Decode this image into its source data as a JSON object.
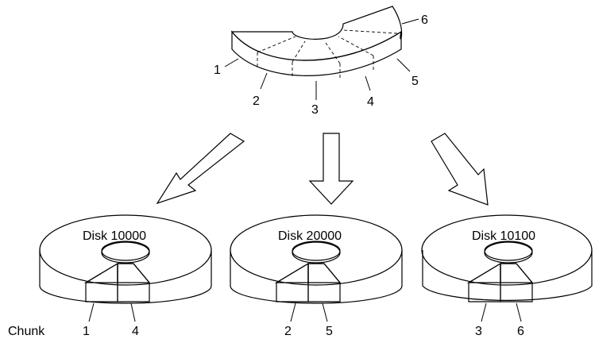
{
  "file_chunk_labels": [
    "1",
    "2",
    "3",
    "4",
    "5",
    "6"
  ],
  "disks": [
    {
      "label": "Disk 10000",
      "chunks": [
        "1",
        "4"
      ]
    },
    {
      "label": "Disk 20000",
      "chunks": [
        "2",
        "5"
      ]
    },
    {
      "label": "Disk 10100",
      "chunks": [
        "3",
        "6"
      ]
    }
  ],
  "chunk_row_label": "Chunk",
  "colors": {
    "top_face": "#dcdcdc",
    "side_face": "#b4b4b4",
    "platter": "#ffffff",
    "chunk_light": "#c4c4c4",
    "chunk_dark": "#969696"
  }
}
